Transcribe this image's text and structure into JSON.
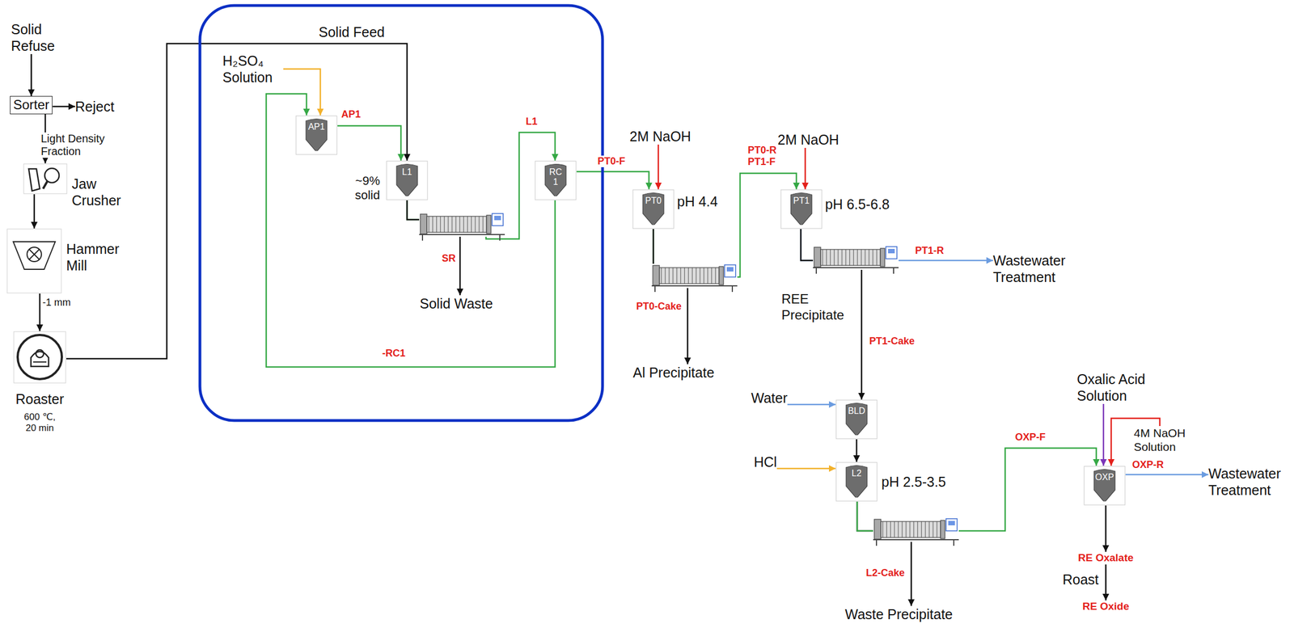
{
  "diagram": {
    "nodes": [
      {
        "text": [
          "Solid Refuse"
        ]
      },
      {
        "text": [
          "Sorter"
        ]
      },
      {
        "text": [
          "Reject"
        ]
      },
      {
        "text": [
          "Jaw Crusher"
        ]
      },
      {
        "text": [
          "Hammer Mill"
        ]
      },
      {
        "text": [
          "Roaster",
          "600 ℃, 20 min"
        ]
      },
      {
        "text": [
          "H₂SO₄ Solution"
        ]
      },
      {
        "text": [
          "AP1"
        ]
      },
      {
        "text": [
          "L1"
        ]
      },
      {
        "text": [
          "RC 1"
        ]
      },
      {
        "text": [
          "Solid Waste"
        ]
      },
      {
        "text": [
          "PT0"
        ]
      },
      {
        "text": [
          "2M NaOH"
        ]
      },
      {
        "text": [
          "Al Precipitate"
        ]
      },
      {
        "text": [
          "PT1"
        ]
      },
      {
        "text": [
          "2M NaOH"
        ]
      },
      {
        "text": [
          "Wastewater Treatment"
        ]
      },
      {
        "text": [
          "BLD"
        ]
      },
      {
        "text": [
          "Water"
        ]
      },
      {
        "text": [
          "L2"
        ]
      },
      {
        "text": [
          "HCl"
        ]
      },
      {
        "text": [
          "Waste Precipitate"
        ]
      },
      {
        "text": [
          "OXP"
        ]
      },
      {
        "text": [
          "Oxalic Acid Solution"
        ]
      },
      {
        "text": [
          "4M NaOH Solution"
        ]
      },
      {
        "text": [
          "Wastewater Treatment"
        ]
      },
      {
        "text": [
          "RE Oxalate"
        ]
      },
      {
        "text": [
          "RE Oxide"
        ]
      }
    ],
    "edges": [
      {
        "from": 0,
        "to": 1,
        "arrow": "to"
      },
      {
        "from": 1,
        "to": 2,
        "arrow": "to"
      },
      {
        "from": 1,
        "to": 3,
        "arrow": "to",
        "label": "Light Density Fraction"
      },
      {
        "from": 3,
        "to": 4,
        "arrow": "to"
      },
      {
        "from": 4,
        "to": 5,
        "arrow": "to",
        "label": "-1 mm"
      },
      {
        "from": 5,
        "to": 8,
        "arrow": "to",
        "label": "Solid Feed"
      },
      {
        "from": 6,
        "to": 7,
        "arrow": "to"
      },
      {
        "from": 7,
        "to": 8,
        "arrow": "to",
        "label": "AP1"
      },
      {
        "from": 8,
        "to": 9,
        "arrow": "to",
        "label": "L1"
      },
      {
        "from": 8,
        "to": 10,
        "arrow": "to",
        "label": "SR"
      },
      {
        "from": 9,
        "to": 7,
        "arrow": "to",
        "label": "-RC1"
      },
      {
        "from": 9,
        "to": 11,
        "arrow": "to",
        "label": "PT0-F"
      },
      {
        "from": 12,
        "to": 11,
        "arrow": "to"
      },
      {
        "from": 11,
        "to": 14,
        "arrow": "to",
        "label": "PT0-R PT1-F"
      },
      {
        "from": 11,
        "to": 13,
        "arrow": "to",
        "label": "PT0-Cake"
      },
      {
        "from": 15,
        "to": 14,
        "arrow": "to"
      },
      {
        "from": 14,
        "to": 16,
        "arrow": "to",
        "label": "PT1-R"
      },
      {
        "from": 14,
        "to": 17,
        "arrow": "to",
        "label": "PT1-Cake"
      },
      {
        "from": 18,
        "to": 17,
        "arrow": "to"
      },
      {
        "from": 17,
        "to": 19,
        "arrow": "to"
      },
      {
        "from": 20,
        "to": 19,
        "arrow": "to"
      },
      {
        "from": 19,
        "to": 21,
        "arrow": "to",
        "label": "L2-Cake"
      },
      {
        "from": 19,
        "to": 22,
        "arrow": "to",
        "label": "OXP-F"
      },
      {
        "from": 23,
        "to": 22,
        "arrow": "to"
      },
      {
        "from": 24,
        "to": 22,
        "arrow": "to"
      },
      {
        "from": 22,
        "to": 25,
        "arrow": "to",
        "label": "OXP-R"
      },
      {
        "from": 22,
        "to": 26,
        "arrow": "to"
      },
      {
        "from": 26,
        "to": 27,
        "arrow": "to",
        "label": "Roast"
      }
    ],
    "labels": [
      "~9% solid",
      "pH 4.4",
      "pH 6.5-6.8",
      "REE Precipitate",
      "pH 2.5-3.5"
    ]
  }
}
